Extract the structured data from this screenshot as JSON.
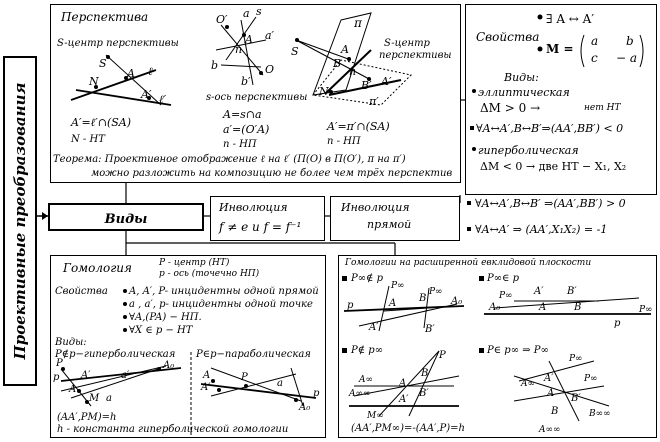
{
  "side_title": "Проективные преобразования",
  "perspective": {
    "title": "Перспектива",
    "s_center": "S-центр перспективы",
    "s_axis": "s-ось перспективы",
    "s_center2": "S-центр",
    "s_center2b": "перспективы",
    "f1_line1": "A′=ℓ′∩(SA)",
    "f1_line2": "N - НТ",
    "f2_line1": "A=s∩a",
    "f2_line2": "a′=(O′A)",
    "f2_line3": "n - НП",
    "f3_line1": "A′=π′∩(SA)",
    "f3_line2": "n - НП",
    "theorem1": "Теорема: Проективное отображение  ℓ на  ℓ′  (Π(O) в Π(O′),  π на π′)",
    "theorem2": "можно разложить на композицию не более чем трёх перспектив",
    "labels": {
      "S": "S",
      "A": "A",
      "N": "N",
      "l": "ℓ",
      "lp": "ℓ′",
      "Ap": "A′",
      "O": "O",
      "Op": "O′",
      "a": "a",
      "ap": "a′",
      "b": "b",
      "bp": "b′",
      "n": "n",
      "s": "s",
      "pi": "π",
      "pip": "π′",
      "B": "B",
      "Bp": "B′",
      "N2": "N",
      "n2": "n",
      "A2": "A′"
    }
  },
  "properties": {
    "title": "Свойства",
    "exists": "∃ A ↔ A′",
    "matrix_label": "M =",
    "m11": "a",
    "m12": "b",
    "m21": "c",
    "m22": "− a",
    "vidy": "Виды:",
    "elliptic": "эллиптическая",
    "elliptic_cond": "ΔM > 0  →",
    "elliptic_res": "нет НТ",
    "elliptic_rule": "∀A↔A′,B↔B′⇒(AA′,BB′) < 0",
    "hyperbolic": "гиперболическая",
    "hyperbolic_cond": "ΔM < 0  →  две НТ − X₁, X₂",
    "hyperbolic_rule": "∀A↔A′,B↔B′ ⇒(AA′,BB′) > 0",
    "hyperbolic_rule2": "∀A↔A′  ⇒    (AA′,X₁X₂) = -1"
  },
  "vidy_box": "Виды",
  "involution": {
    "title": "Инволюция",
    "formula": "f ≠ e   и   f = f⁻¹"
  },
  "involution_line": {
    "title": "Инволюция",
    "subtitle": "прямой"
  },
  "homology": {
    "title": "Гомология",
    "p_center": "P - центр (НТ)",
    "p_axis": "p - ось  (точечно НП)",
    "props": "Свойства",
    "prop1": "A, A′, P- инцидентны одной прямой",
    "prop2": "a , a′, p- инцидентны одной точке",
    "prop3": "∀A,(PA) − НП.",
    "prop4": "∀X ∈ p − НТ",
    "vidy": "Виды:",
    "hyper": "P∉p−гиперболическая",
    "parab": "P∈p−параболическая",
    "cross": "(AA′,PM)=h",
    "hconst": "h - константа гиперболической гомологии",
    "labels": {
      "p": "p",
      "P": "P",
      "A": "A",
      "Ap": "A′",
      "a": "a",
      "ap": "a′",
      "M": "M",
      "A0": "A₀"
    }
  },
  "affine": {
    "title": "Гомологии на расширенной евклидовой плоскости",
    "c1": "P∞∉ p",
    "c2": "P∞∈ p",
    "c3": "P∉ p∞",
    "c4": "P∈ p∞ ⇒ P∞",
    "c3_formula": "(AA′,PM∞)=-(AA′,P)=h",
    "labels": {
      "Poo": "P∞",
      "A": "A",
      "Ap": "A′",
      "B": "B",
      "Bp": "B′",
      "A0": "A₀",
      "p": "p",
      "P": "P",
      "M": "M∞",
      "Aoo": "A∞",
      "Aoo2": "A∞∞",
      "Boo": "B∞∞"
    }
  }
}
